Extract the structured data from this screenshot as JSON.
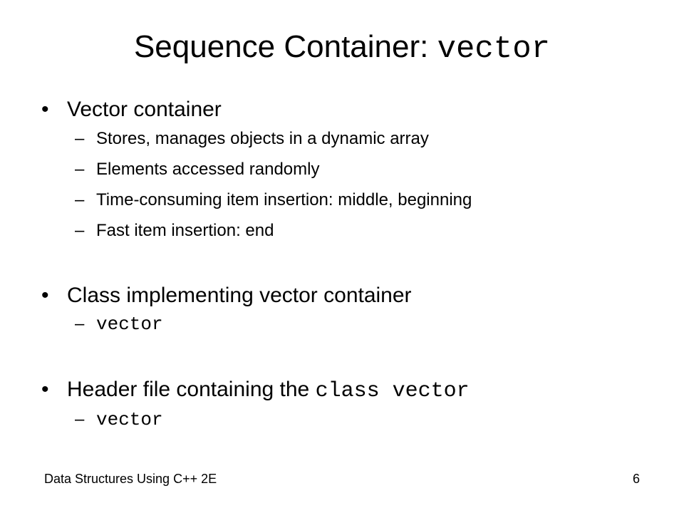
{
  "slide": {
    "title_text": "Sequence Container: ",
    "title_code": "vector",
    "bullet_char": "•",
    "dash_char": "–",
    "sections": [
      {
        "heading": "Vector container",
        "items": [
          "Stores, manages objects in a dynamic array",
          "Elements accessed randomly",
          "Time-consuming item insertion: middle, beginning",
          "Fast item insertion: end"
        ]
      },
      {
        "heading": "Class implementing vector container",
        "code_item": "vector"
      },
      {
        "heading_text": "Header file containing the ",
        "heading_code": "class vector",
        "code_item": "vector"
      }
    ]
  },
  "footer": {
    "left": "Data Structures Using C++ 2E",
    "page_number": "6"
  }
}
